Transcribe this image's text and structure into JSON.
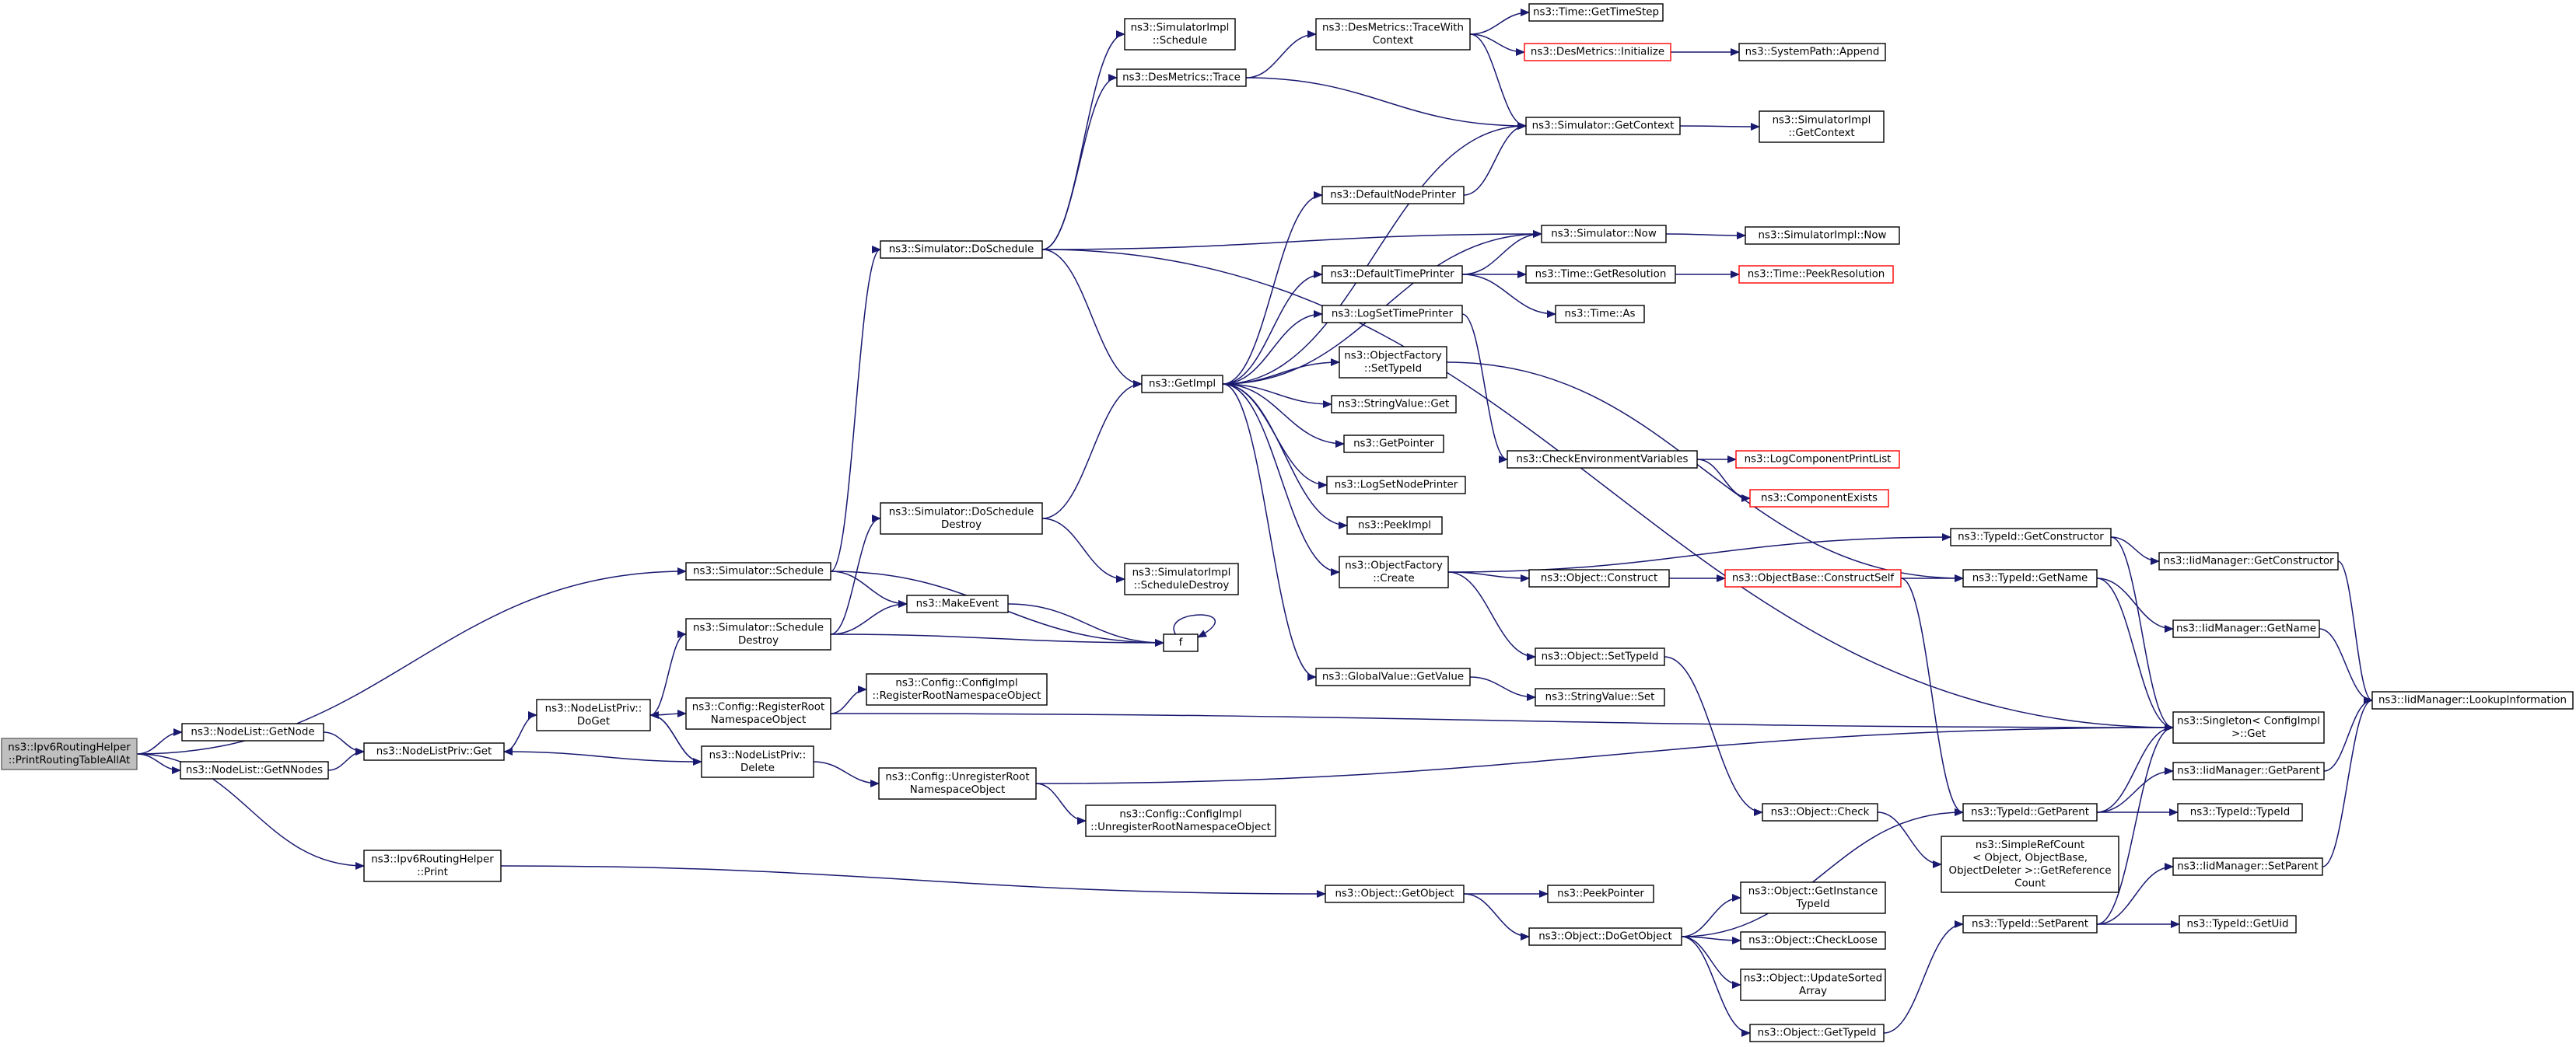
{
  "colors": {
    "edge": "#191970",
    "node_border": "#000000",
    "truncated_border": "#ff0000",
    "root_fill": "#bfbfbf",
    "root_border": "#666666"
  },
  "nodes": {
    "root": {
      "lines": [
        "ns3::Ipv6RoutingHelper",
        "::PrintRoutingTableAllAt"
      ],
      "kind": "root"
    },
    "nl_getnode": {
      "lines": [
        "ns3::NodeList::GetNode"
      ]
    },
    "nl_getnnodes": {
      "lines": [
        "ns3::NodeList::GetNNodes"
      ]
    },
    "nlp_get": {
      "lines": [
        "ns3::NodeListPriv::Get"
      ]
    },
    "nlp_doget": {
      "lines": [
        "ns3::NodeListPriv::",
        "DoGet"
      ]
    },
    "nlp_delete": {
      "lines": [
        "ns3::NodeListPriv::",
        "Delete"
      ]
    },
    "ipv6_print": {
      "lines": [
        "ns3::Ipv6RoutingHelper",
        "::Print"
      ]
    },
    "sim_schedule": {
      "lines": [
        "ns3::Simulator::Schedule"
      ]
    },
    "sim_sched_destroy": {
      "lines": [
        "ns3::Simulator::Schedule",
        "Destroy"
      ]
    },
    "cfg_register": {
      "lines": [
        "ns3::Config::RegisterRoot",
        "NamespaceObject"
      ]
    },
    "sim_doschedule": {
      "lines": [
        "ns3::Simulator::DoSchedule"
      ]
    },
    "sim_dosched_destroy": {
      "lines": [
        "ns3::Simulator::DoSchedule",
        "Destroy"
      ]
    },
    "makeevent": {
      "lines": [
        "ns3::MakeEvent"
      ]
    },
    "f": {
      "lines": [
        "f"
      ]
    },
    "cfgimpl_register": {
      "lines": [
        "ns3::Config::ConfigImpl",
        "::RegisterRootNamespaceObject"
      ]
    },
    "cfg_unregister": {
      "lines": [
        "ns3::Config::UnregisterRoot",
        "NamespaceObject"
      ]
    },
    "cfgimpl_unregister": {
      "lines": [
        "ns3::Config::ConfigImpl",
        "::UnregisterRootNamespaceObject"
      ]
    },
    "simimpl_schedule": {
      "lines": [
        "ns3::SimulatorImpl",
        "::Schedule"
      ]
    },
    "desmetrics_trace": {
      "lines": [
        "ns3::DesMetrics::Trace"
      ]
    },
    "getimpl": {
      "lines": [
        "ns3::GetImpl"
      ]
    },
    "simimpl_scheddestroy": {
      "lines": [
        "ns3::SimulatorImpl",
        "::ScheduleDestroy"
      ]
    },
    "desmetrics_tracectx": {
      "lines": [
        "ns3::DesMetrics::TraceWith",
        "Context"
      ]
    },
    "defaultnodeprinter": {
      "lines": [
        "ns3::DefaultNodePrinter"
      ]
    },
    "defaulttimeprinter": {
      "lines": [
        "ns3::DefaultTimePrinter"
      ]
    },
    "logsettimeprinter": {
      "lines": [
        "ns3::LogSetTimePrinter"
      ]
    },
    "of_settypeid": {
      "lines": [
        "ns3::ObjectFactory",
        "::SetTypeId"
      ]
    },
    "stringvalue_get": {
      "lines": [
        "ns3::StringValue::Get"
      ]
    },
    "getpointer": {
      "lines": [
        "ns3::GetPointer"
      ]
    },
    "logsetnodeprinter": {
      "lines": [
        "ns3::LogSetNodePrinter"
      ]
    },
    "peekimpl": {
      "lines": [
        "ns3::PeekImpl"
      ]
    },
    "of_create": {
      "lines": [
        "ns3::ObjectFactory",
        "::Create"
      ]
    },
    "gv_getvalue": {
      "lines": [
        "ns3::GlobalValue::GetValue"
      ]
    },
    "obj_getobject": {
      "lines": [
        "ns3::Object::GetObject"
      ]
    },
    "obj_dogetobject": {
      "lines": [
        "ns3::Object::DoGetObject"
      ]
    },
    "time_gettimestep": {
      "lines": [
        "ns3::Time::GetTimeStep"
      ]
    },
    "desmetrics_init": {
      "lines": [
        "ns3::DesMetrics::Initialize"
      ],
      "kind": "red"
    },
    "sim_getcontext": {
      "lines": [
        "ns3::Simulator::GetContext"
      ]
    },
    "sim_now": {
      "lines": [
        "ns3::Simulator::Now"
      ]
    },
    "time_getres": {
      "lines": [
        "ns3::Time::GetResolution"
      ]
    },
    "time_as": {
      "lines": [
        "ns3::Time::As"
      ]
    },
    "checkenv": {
      "lines": [
        "ns3::CheckEnvironmentVariables"
      ]
    },
    "obj_construct": {
      "lines": [
        "ns3::Object::Construct"
      ]
    },
    "obj_settypeid": {
      "lines": [
        "ns3::Object::SetTypeId"
      ]
    },
    "sv_set": {
      "lines": [
        "ns3::StringValue::Set"
      ]
    },
    "obj_check": {
      "lines": [
        "ns3::Object::Check"
      ]
    },
    "peekpointer": {
      "lines": [
        "ns3::PeekPointer"
      ]
    },
    "obj_getinstancetypeid": {
      "lines": [
        "ns3::Object::GetInstance",
        "TypeId"
      ]
    },
    "obj_checkloose": {
      "lines": [
        "ns3::Object::CheckLoose"
      ]
    },
    "obj_updatesorted": {
      "lines": [
        "ns3::Object::UpdateSorted",
        "Array"
      ]
    },
    "obj_gettypeid": {
      "lines": [
        "ns3::Object::GetTypeId"
      ]
    },
    "syspath_append": {
      "lines": [
        "ns3::SystemPath::Append"
      ]
    },
    "simimpl_getcontext": {
      "lines": [
        "ns3::SimulatorImpl",
        "::GetContext"
      ]
    },
    "simimpl_now": {
      "lines": [
        "ns3::SimulatorImpl::Now"
      ]
    },
    "time_peekres": {
      "lines": [
        "ns3::Time::PeekResolution"
      ],
      "kind": "red"
    },
    "logcompprintlist": {
      "lines": [
        "ns3::LogComponentPrintList"
      ],
      "kind": "red"
    },
    "componentexists": {
      "lines": [
        "ns3::ComponentExists"
      ],
      "kind": "red"
    },
    "objbase_constructself": {
      "lines": [
        "ns3::ObjectBase::ConstructSelf"
      ],
      "kind": "red"
    },
    "typeid_getctor": {
      "lines": [
        "ns3::TypeId::GetConstructor"
      ]
    },
    "typeid_getname": {
      "lines": [
        "ns3::TypeId::GetName"
      ]
    },
    "typeid_getparent": {
      "lines": [
        "ns3::TypeId::GetParent"
      ]
    },
    "simplerefcount": {
      "lines": [
        "ns3::SimpleRefCount",
        "< Object, ObjectBase,",
        "ObjectDeleter >::GetReference",
        "Count"
      ]
    },
    "typeid_setparent": {
      "lines": [
        "ns3::TypeId::SetParent"
      ]
    },
    "singleton_get": {
      "lines": [
        "ns3::Singleton< ConfigImpl",
        " >::Get"
      ]
    },
    "iid_getctor": {
      "lines": [
        "ns3::IidManager::GetConstructor"
      ]
    },
    "iid_getname": {
      "lines": [
        "ns3::IidManager::GetName"
      ]
    },
    "iid_getparent": {
      "lines": [
        "ns3::IidManager::GetParent"
      ]
    },
    "typeid_typeid": {
      "lines": [
        "ns3::TypeId::TypeId"
      ]
    },
    "iid_setparent": {
      "lines": [
        "ns3::IidManager::SetParent"
      ]
    },
    "typeid_getuid": {
      "lines": [
        "ns3::TypeId::GetUid"
      ]
    },
    "iid_lookup": {
      "lines": [
        "ns3::IidManager::LookupInformation"
      ]
    }
  },
  "edges": [
    [
      "root",
      "nl_getnode"
    ],
    [
      "root",
      "nl_getnnodes"
    ],
    [
      "root",
      "ipv6_print"
    ],
    [
      "root",
      "sim_schedule"
    ],
    [
      "nl_getnode",
      "nlp_get"
    ],
    [
      "nl_getnnodes",
      "nlp_get"
    ],
    [
      "nlp_get",
      "nlp_doget"
    ],
    [
      "nlp_doget",
      "sim_sched_destroy"
    ],
    [
      "nlp_doget",
      "cfg_register"
    ],
    [
      "nlp_doget",
      "nlp_delete"
    ],
    [
      "nlp_delete",
      "nlp_doget"
    ],
    [
      "nlp_delete",
      "nlp_get"
    ],
    [
      "nlp_delete",
      "cfg_unregister"
    ],
    [
      "ipv6_print",
      "obj_getobject"
    ],
    [
      "sim_schedule",
      "sim_doschedule"
    ],
    [
      "sim_schedule",
      "makeevent"
    ],
    [
      "sim_schedule",
      "f"
    ],
    [
      "sim_sched_destroy",
      "sim_dosched_destroy"
    ],
    [
      "sim_sched_destroy",
      "makeevent"
    ],
    [
      "sim_sched_destroy",
      "f"
    ],
    [
      "cfg_register",
      "cfgimpl_register"
    ],
    [
      "cfg_register",
      "singleton_get"
    ],
    [
      "cfg_unregister",
      "cfgimpl_unregister"
    ],
    [
      "cfg_unregister",
      "singleton_get"
    ],
    [
      "makeevent",
      "f"
    ],
    [
      "f",
      "f"
    ],
    [
      "sim_doschedule",
      "simimpl_schedule"
    ],
    [
      "sim_doschedule",
      "desmetrics_trace"
    ],
    [
      "sim_doschedule",
      "sim_now"
    ],
    [
      "sim_doschedule",
      "getimpl"
    ],
    [
      "sim_doschedule",
      "singleton_get"
    ],
    [
      "sim_dosched_destroy",
      "getimpl"
    ],
    [
      "sim_dosched_destroy",
      "simimpl_scheddestroy"
    ],
    [
      "desmetrics_trace",
      "desmetrics_tracectx"
    ],
    [
      "desmetrics_trace",
      "sim_getcontext"
    ],
    [
      "desmetrics_tracectx",
      "time_gettimestep"
    ],
    [
      "desmetrics_tracectx",
      "desmetrics_init"
    ],
    [
      "desmetrics_tracectx",
      "sim_getcontext"
    ],
    [
      "desmetrics_init",
      "syspath_append"
    ],
    [
      "getimpl",
      "sim_getcontext"
    ],
    [
      "getimpl",
      "sim_now"
    ],
    [
      "getimpl",
      "defaultnodeprinter"
    ],
    [
      "getimpl",
      "defaulttimeprinter"
    ],
    [
      "getimpl",
      "logsettimeprinter"
    ],
    [
      "getimpl",
      "of_settypeid"
    ],
    [
      "getimpl",
      "stringvalue_get"
    ],
    [
      "getimpl",
      "getpointer"
    ],
    [
      "getimpl",
      "logsetnodeprinter"
    ],
    [
      "getimpl",
      "peekimpl"
    ],
    [
      "getimpl",
      "of_create"
    ],
    [
      "getimpl",
      "gv_getvalue"
    ],
    [
      "defaultnodeprinter",
      "sim_getcontext"
    ],
    [
      "defaulttimeprinter",
      "sim_now"
    ],
    [
      "defaulttimeprinter",
      "time_getres"
    ],
    [
      "defaulttimeprinter",
      "time_as"
    ],
    [
      "logsettimeprinter",
      "checkenv"
    ],
    [
      "of_settypeid",
      "typeid_getname"
    ],
    [
      "of_create",
      "typeid_getctor"
    ],
    [
      "of_create",
      "obj_construct"
    ],
    [
      "of_create",
      "obj_settypeid"
    ],
    [
      "gv_getvalue",
      "sv_set"
    ],
    [
      "sim_getcontext",
      "simimpl_getcontext"
    ],
    [
      "sim_now",
      "simimpl_now"
    ],
    [
      "time_getres",
      "time_peekres"
    ],
    [
      "checkenv",
      "logcompprintlist"
    ],
    [
      "checkenv",
      "componentexists"
    ],
    [
      "obj_construct",
      "objbase_constructself"
    ],
    [
      "objbase_constructself",
      "typeid_getname"
    ],
    [
      "objbase_constructself",
      "typeid_getparent"
    ],
    [
      "obj_settypeid",
      "obj_check"
    ],
    [
      "obj_check",
      "simplerefcount"
    ],
    [
      "obj_getobject",
      "peekpointer"
    ],
    [
      "obj_getobject",
      "obj_dogetobject"
    ],
    [
      "obj_dogetobject",
      "typeid_getparent"
    ],
    [
      "obj_dogetobject",
      "obj_getinstancetypeid"
    ],
    [
      "obj_dogetobject",
      "obj_checkloose"
    ],
    [
      "obj_dogetobject",
      "obj_updatesorted"
    ],
    [
      "obj_dogetobject",
      "obj_gettypeid"
    ],
    [
      "obj_gettypeid",
      "typeid_setparent"
    ],
    [
      "typeid_getctor",
      "iid_getctor"
    ],
    [
      "typeid_getctor",
      "singleton_get"
    ],
    [
      "typeid_getname",
      "iid_getname"
    ],
    [
      "typeid_getname",
      "singleton_get"
    ],
    [
      "typeid_getparent",
      "iid_getparent"
    ],
    [
      "typeid_getparent",
      "typeid_typeid"
    ],
    [
      "typeid_getparent",
      "singleton_get"
    ],
    [
      "typeid_setparent",
      "iid_setparent"
    ],
    [
      "typeid_setparent",
      "typeid_getuid"
    ],
    [
      "typeid_setparent",
      "singleton_get"
    ],
    [
      "iid_getctor",
      "iid_lookup"
    ],
    [
      "iid_getname",
      "iid_lookup"
    ],
    [
      "iid_getparent",
      "iid_lookup"
    ],
    [
      "iid_setparent",
      "iid_lookup"
    ]
  ]
}
